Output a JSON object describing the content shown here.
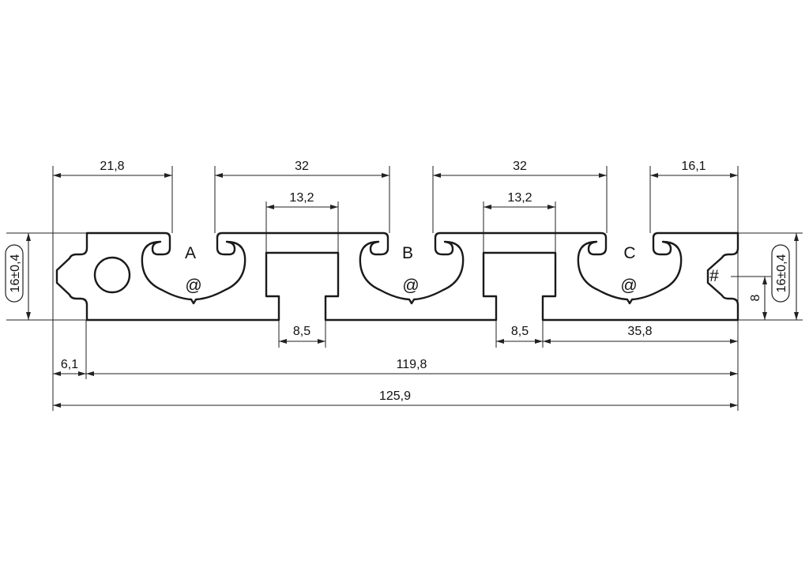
{
  "drawing": {
    "dimensions": {
      "top_left_width": "21,8",
      "top_slot_a_b": "32",
      "top_slot_b_c": "32",
      "top_right_width": "16,1",
      "inner_left_width": "13,2",
      "inner_right_width": "13,2",
      "bottom_left_tab": "8,5",
      "bottom_right_tab": "8,5",
      "bottom_right_span": "35,8",
      "left_offset": "6,1",
      "inner_length": "119,8",
      "overall_length": "125,9",
      "height_left": "16±0,4",
      "height_right": "16±0,4",
      "right_half_height": "8"
    },
    "labels": {
      "groove_a": "A",
      "groove_b": "B",
      "groove_c": "C",
      "mark_a": "@",
      "mark_b": "@",
      "mark_c": "@",
      "hash_mark": "#"
    }
  }
}
